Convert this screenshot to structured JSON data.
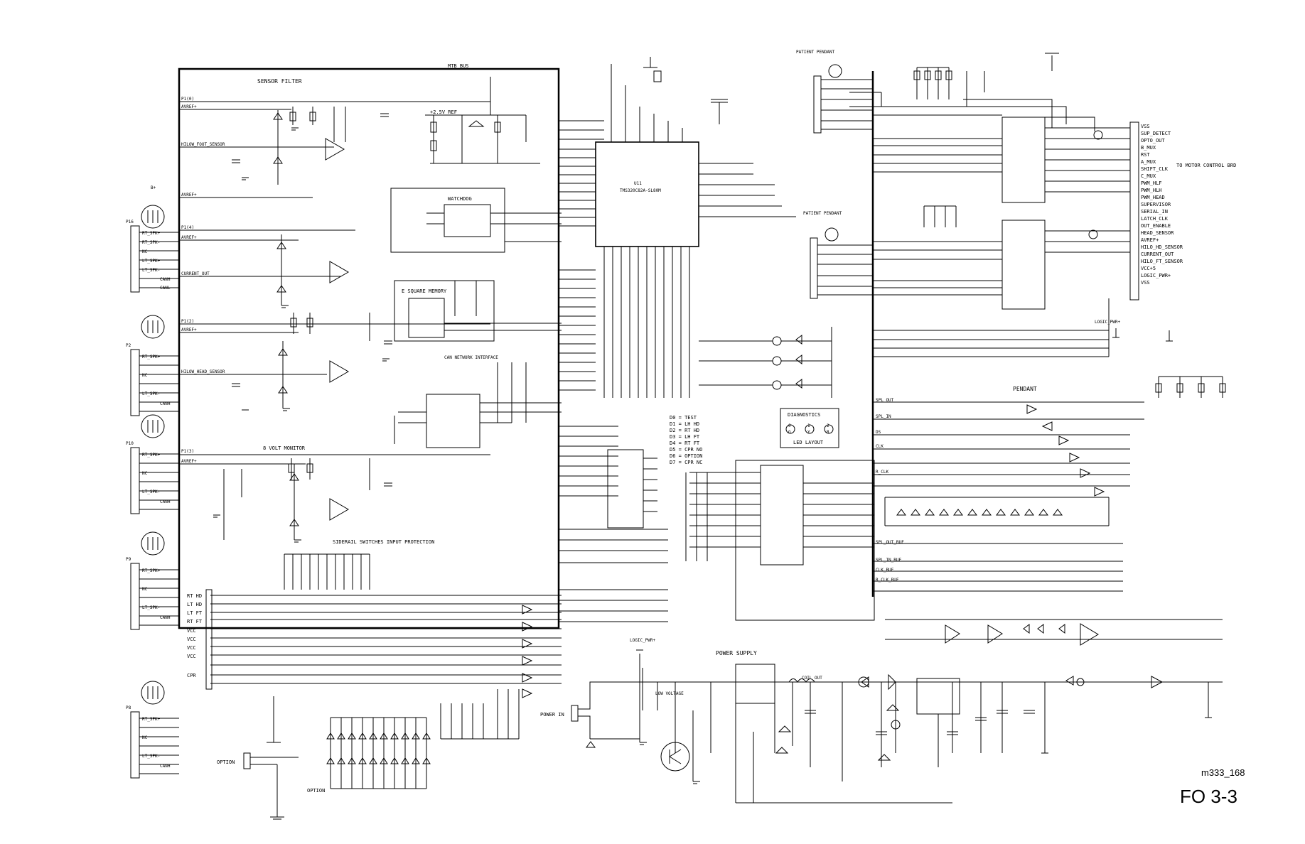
{
  "titles": {
    "mtb_bus": "MTB BUS",
    "sensor_filter": "SENSOR FILTER",
    "ref": "+2.5V REF",
    "watchdog": "WATCHDOG",
    "eeprom": "E SQUARE MEMORY",
    "can": "CAN NETWORK INTERFACE",
    "bvolt": "8 VOLT MONITOR",
    "siderail": "SIDERAIL SWITCHES INPUT PROTECTION",
    "power": "POWER SUPPLY",
    "pendant": "PENDANT",
    "diagnostics": "DIAGNOSTICS",
    "led_layout": "LED LAYOUT",
    "motor": "TO MOTOR CONTROL BRD",
    "patient_pendant": "PATIENT PENDANT",
    "power_in": "POWER IN",
    "option": "OPTION",
    "low_voltage": "LOW VOLTAGE",
    "coil_out": "COIL_OUT",
    "logic_pwr": "LOGIC_PWR+"
  },
  "left_signals": [
    "P1(0)",
    "AVREF+",
    "HILOW_FOOT_SENSOR",
    "AVREF+",
    "P1(4)",
    "AVREF+",
    "CURRENT_OUT",
    "P1(2)",
    "AVREF+",
    "HILOW_HEAD_SENSOR",
    "P1(3)",
    "AVREF+"
  ],
  "connector_pins": [
    "B+",
    "RT_SPK+",
    "RT_SPK-",
    "NC",
    "LT_SPK+",
    "LT_SPK-",
    "CANH",
    "CANL"
  ],
  "connectors": [
    "P16",
    "P2",
    "P10",
    "P9",
    "P8"
  ],
  "right_bus": [
    "VSS",
    "SUP_DETECT",
    "OPTO_OUT",
    "B_MUX",
    "RST",
    "A_MUX",
    "SHIFT_CLK",
    "C_MUX",
    "PWM_HLF",
    "PWM_HLH",
    "PWM_HEAD",
    "SUPERVISOR",
    "SERIAL_IN",
    "LATCH_CLK",
    "OUT_ENABLE",
    "HEAD_SENSOR",
    "AVREF+",
    "HILO_HD_SENSOR",
    "CURRENT_OUT",
    "HILO_FT_SENSOR",
    "VCC+5",
    "LOGIC_PWR+",
    "VSS"
  ],
  "diag_legend": [
    "D0 = TEST",
    "D1 = LH HD",
    "D2 = RT HD",
    "D3 = LH FT",
    "D4 = RT FT",
    "D5 = CPR NO",
    "D6 = OPTION",
    "D7 = CPR NC"
  ],
  "led_letters": [
    "G",
    "Y",
    "R"
  ],
  "led_numbers": [
    "0",
    "1",
    "2"
  ],
  "siderail_inputs": [
    "RT HD",
    "LT HD",
    "LT FT",
    "RT FT",
    "VCC",
    "VCC",
    "VCC",
    "VCC",
    "CPR"
  ],
  "uc_label": "U11",
  "uc_part": "TMS320C82A-SL80M",
  "pendant_signals": [
    "SPL_OUT",
    "SPL_IN",
    "DS",
    "CLK",
    "R_CLK",
    "SPL_OUT_BUF",
    "SPL_IN_BUF",
    "CLK_BUF",
    "R_CLK_BUF"
  ],
  "figure_id": "m333_168",
  "figure_label": "FO 3-3"
}
